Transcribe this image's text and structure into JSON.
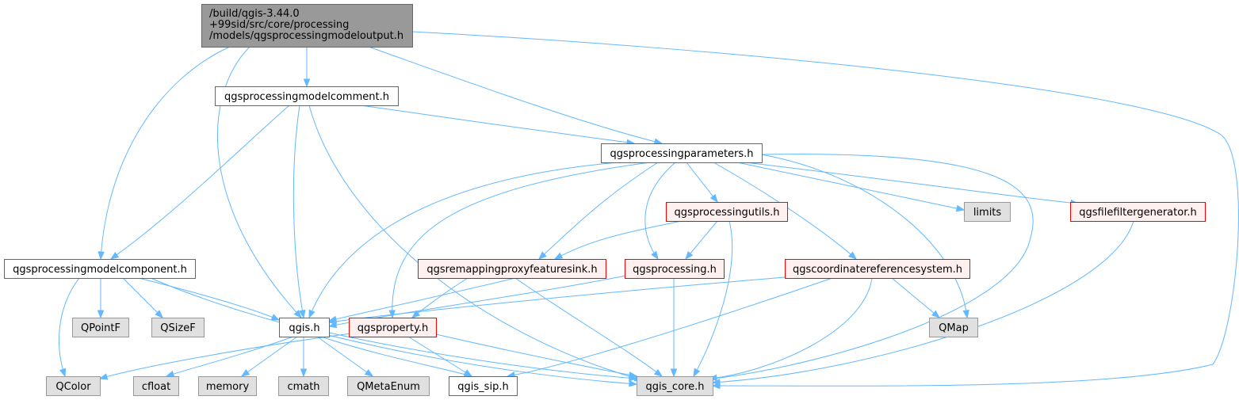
{
  "colors": {
    "edge": "#63b8ff",
    "root_fill": "#999999",
    "root_border": "#666666",
    "normal_fill": "#ffffff",
    "normal_border": "#666666",
    "partial_fill": "#fff0f0",
    "partial_border": "#ff0000",
    "system_fill": "#e0e0e0",
    "system_border": "#999999"
  },
  "nodes": [
    {
      "id": "root",
      "kind": "root",
      "lines": [
        "/build/qgis-3.44.0",
        "+99sid/src/core/processing",
        "/models/qgsprocessingmodeloutput.h"
      ]
    },
    {
      "id": "comment",
      "kind": "normal",
      "lines": [
        "qgsprocessingmodelcomment.h"
      ]
    },
    {
      "id": "parameters",
      "kind": "normal",
      "lines": [
        "qgsprocessingparameters.h"
      ]
    },
    {
      "id": "component",
      "kind": "normal",
      "lines": [
        "qgsprocessingmodelcomponent.h"
      ]
    },
    {
      "id": "utils",
      "kind": "partial",
      "lines": [
        "qgsprocessingutils.h"
      ]
    },
    {
      "id": "limits",
      "kind": "system",
      "lines": [
        "limits"
      ]
    },
    {
      "id": "filefilter",
      "kind": "partial",
      "lines": [
        "qgsfilefiltergenerator.h"
      ]
    },
    {
      "id": "remapping",
      "kind": "partial",
      "lines": [
        "qgsremappingproxyfeaturesink.h"
      ]
    },
    {
      "id": "processing",
      "kind": "partial",
      "lines": [
        "qgsprocessing.h"
      ]
    },
    {
      "id": "crs",
      "kind": "partial",
      "lines": [
        "qgscoordinatereferencesystem.h"
      ]
    },
    {
      "id": "qpointf",
      "kind": "system",
      "lines": [
        "QPointF"
      ]
    },
    {
      "id": "qsizef",
      "kind": "system",
      "lines": [
        "QSizeF"
      ]
    },
    {
      "id": "qgis",
      "kind": "normal",
      "lines": [
        "qgis.h"
      ]
    },
    {
      "id": "property",
      "kind": "partial",
      "lines": [
        "qgsproperty.h"
      ]
    },
    {
      "id": "qmap",
      "kind": "system",
      "lines": [
        "QMap"
      ]
    },
    {
      "id": "qcolor",
      "kind": "system",
      "lines": [
        "QColor"
      ]
    },
    {
      "id": "cfloat",
      "kind": "system",
      "lines": [
        "cfloat"
      ]
    },
    {
      "id": "memory",
      "kind": "system",
      "lines": [
        "memory"
      ]
    },
    {
      "id": "cmath",
      "kind": "system",
      "lines": [
        "cmath"
      ]
    },
    {
      "id": "qmetaenum",
      "kind": "system",
      "lines": [
        "QMetaEnum"
      ]
    },
    {
      "id": "qgis_sip",
      "kind": "normal",
      "lines": [
        "qgis_sip.h"
      ]
    },
    {
      "id": "qgis_core",
      "kind": "system",
      "lines": [
        "qgis_core.h"
      ]
    }
  ],
  "edges": [
    [
      "root",
      "comment"
    ],
    [
      "root",
      "parameters"
    ],
    [
      "root",
      "component"
    ],
    [
      "root",
      "qgis"
    ],
    [
      "root",
      "qgis_core"
    ],
    [
      "comment",
      "parameters"
    ],
    [
      "comment",
      "component"
    ],
    [
      "comment",
      "qgis"
    ],
    [
      "comment",
      "qgis_core"
    ],
    [
      "parameters",
      "qgis"
    ],
    [
      "parameters",
      "utils"
    ],
    [
      "parameters",
      "limits"
    ],
    [
      "parameters",
      "filefilter"
    ],
    [
      "parameters",
      "remapping"
    ],
    [
      "parameters",
      "processing"
    ],
    [
      "parameters",
      "crs"
    ],
    [
      "parameters",
      "property"
    ],
    [
      "parameters",
      "qmap"
    ],
    [
      "parameters",
      "qgis_core"
    ],
    [
      "component",
      "qpointf"
    ],
    [
      "component",
      "qsizef"
    ],
    [
      "component",
      "qgis"
    ],
    [
      "component",
      "qcolor"
    ],
    [
      "component",
      "qgis_core"
    ],
    [
      "utils",
      "remapping"
    ],
    [
      "utils",
      "processing"
    ],
    [
      "utils",
      "qgis_core"
    ],
    [
      "filefilter",
      "qgis_core"
    ],
    [
      "remapping",
      "qgis"
    ],
    [
      "remapping",
      "property"
    ],
    [
      "remapping",
      "qgis_core"
    ],
    [
      "processing",
      "qgis"
    ],
    [
      "processing",
      "qgis_core"
    ],
    [
      "crs",
      "qgis"
    ],
    [
      "crs",
      "qmap"
    ],
    [
      "crs",
      "qgis_sip"
    ],
    [
      "crs",
      "qgis_core"
    ],
    [
      "qgis",
      "cfloat"
    ],
    [
      "qgis",
      "memory"
    ],
    [
      "qgis",
      "cmath"
    ],
    [
      "qgis",
      "qmetaenum"
    ],
    [
      "qgis",
      "qgis_sip"
    ],
    [
      "qgis",
      "qgis_core"
    ],
    [
      "property",
      "qcolor"
    ],
    [
      "property",
      "qgis_sip"
    ],
    [
      "property",
      "qgis_core"
    ]
  ]
}
